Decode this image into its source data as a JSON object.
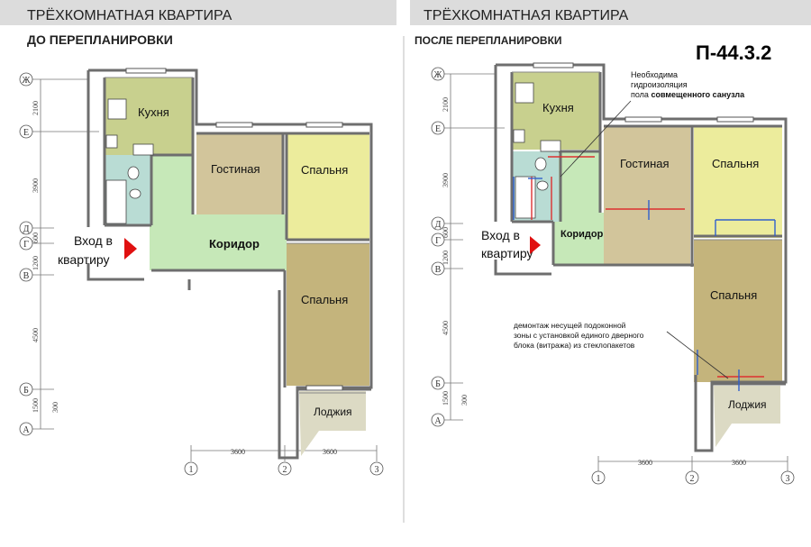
{
  "colors": {
    "header_band": "#dcdcdc",
    "kitchen": "#c8d08e",
    "living": "#d2c59b",
    "bedroom_top": "#ecec9c",
    "bedroom_bottom": "#c4b47c",
    "corridor": "#c6e8b8",
    "bathroom": "#b9dcd4",
    "loggia": "#dcdac4",
    "wall": "#6e6e6e",
    "arrow": "#e01010",
    "pipe_red": "#dd3030",
    "pipe_blue": "#3060cc"
  },
  "left_plan": {
    "header": "ТРЁХКОМНАТНАЯ КВАРТИРА",
    "subheader": "ДО ПЕРЕПЛАНИРОВКИ",
    "rooms": {
      "kitchen": "Кухня",
      "living": "Гостиная",
      "bedroom_top": "Спальня",
      "corridor": "Коридор",
      "bedroom_bottom": "Спальня",
      "loggia": "Лоджия"
    },
    "entrance_line1": "Вход в",
    "entrance_line2": "квартиру",
    "axes_letters": [
      "Ж",
      "Е",
      "Д",
      "Г",
      "В",
      "Б",
      "А"
    ],
    "dims_vertical": [
      "2100",
      "3900",
      "600",
      "1200",
      "4500",
      "1500",
      "300"
    ],
    "axes_numbers": [
      "1",
      "2",
      "3"
    ],
    "dims_horizontal": [
      "3600",
      "3600"
    ]
  },
  "right_plan": {
    "header": "ТРЁХКОМНАТНАЯ КВАРТИРА",
    "subheader": "ПОСЛЕ ПЕРЕПЛАНИРОВКИ",
    "series_code": "П-44.3.2",
    "rooms": {
      "kitchen": "Кухня",
      "living": "Гостиная",
      "bedroom_top": "Спальня",
      "corridor": "Коридор",
      "bedroom_bottom": "Спальня",
      "loggia": "Лоджия"
    },
    "entrance_line1": "Вход в",
    "entrance_line2": "квартиру",
    "note_top_line1": "Необходима",
    "note_top_line2": "гидроизоляция",
    "note_top_line3_prefix": "пола ",
    "note_top_line3_bold": "совмещенного санузла",
    "note_bottom_line1": "демонтаж несущей подоконной",
    "note_bottom_line2": "зоны с установкой единого дверного",
    "note_bottom_line3": "блока (витража) из стеклопакетов",
    "axes_letters": [
      "Ж",
      "Е",
      "Д",
      "Г",
      "В",
      "Б",
      "А"
    ],
    "dims_vertical": [
      "2100",
      "3900",
      "600",
      "1200",
      "4500",
      "1500",
      "300"
    ],
    "axes_numbers": [
      "1",
      "2",
      "3"
    ],
    "dims_horizontal": [
      "3600",
      "3600"
    ]
  }
}
